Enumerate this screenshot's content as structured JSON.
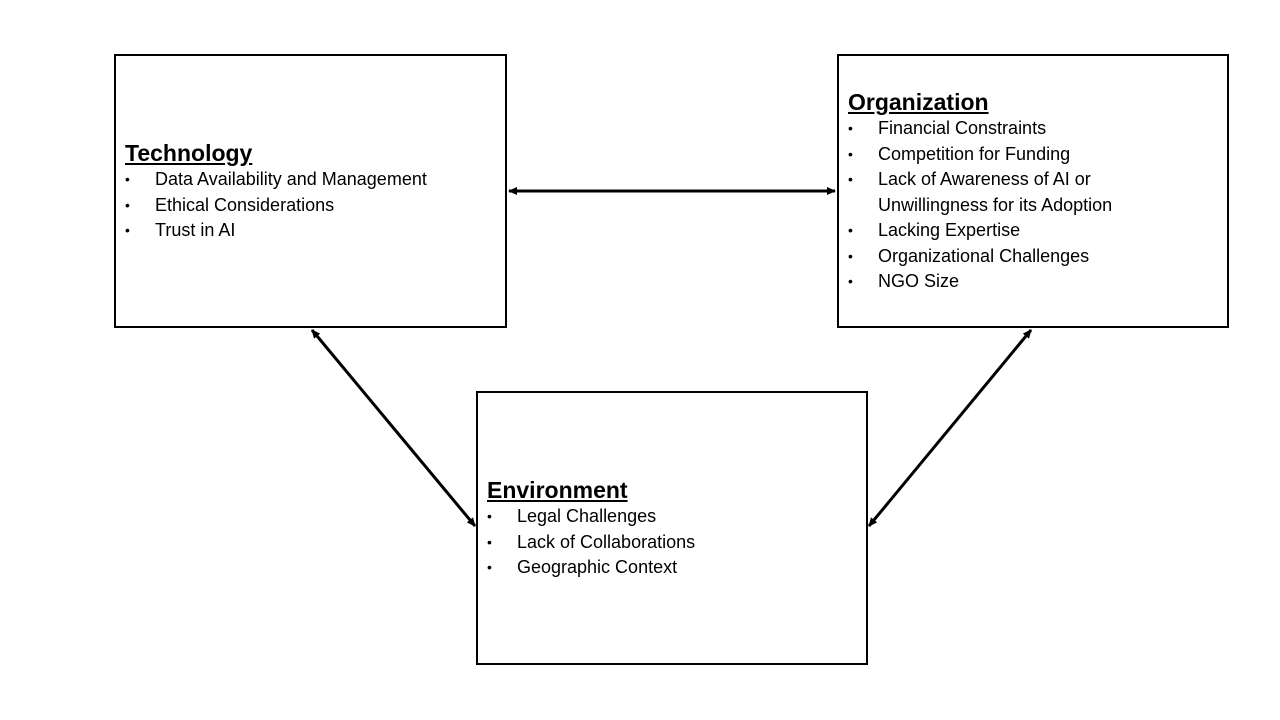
{
  "diagram": {
    "technology": {
      "title": "Technology",
      "items": [
        "Data Availability and Management",
        "Ethical Considerations",
        "Trust in AI"
      ]
    },
    "organization": {
      "title": "Organization",
      "items": [
        "Financial Constraints",
        "Competition for Funding",
        "Lack of Awareness of AI or",
        "Unwillingness for its Adoption",
        "Lacking Expertise",
        "Organizational Challenges",
        "NGO Size"
      ]
    },
    "environment": {
      "title": "Environment",
      "items": [
        "Legal Challenges",
        "Lack of Collaborations",
        "Geographic Context"
      ]
    },
    "bullet_symbol": "•",
    "colors": {
      "stroke": "#000000",
      "background": "#ffffff"
    }
  }
}
